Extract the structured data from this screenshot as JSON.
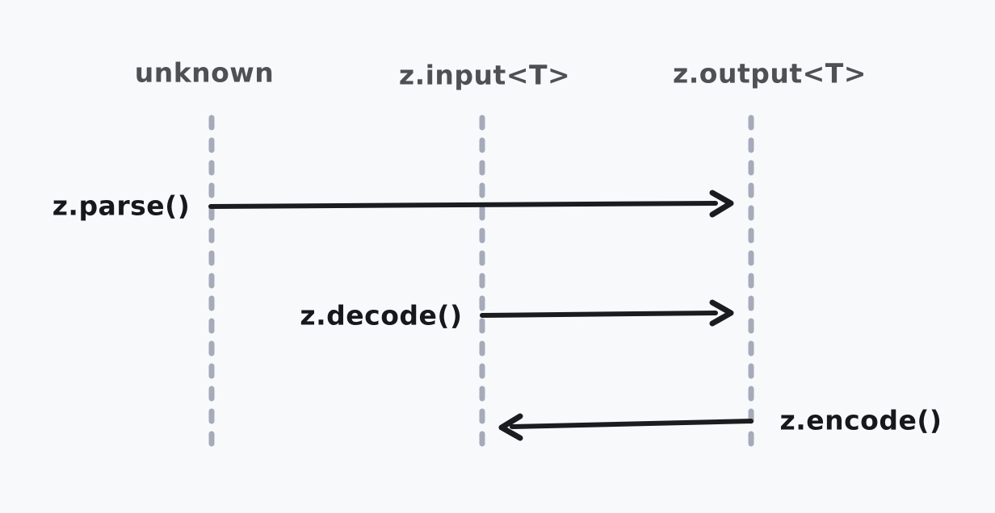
{
  "diagram": {
    "type": "sequence",
    "colors": {
      "background": "#f8f9fb",
      "lifeline": "#a5abb8",
      "arrow": "#1b1c20",
      "header_text": "#4f5053",
      "label_text": "#17181c"
    },
    "lifelines": [
      {
        "id": "unknown",
        "label": "unknown"
      },
      {
        "id": "z-input",
        "label": "z.input<T>"
      },
      {
        "id": "z-output",
        "label": "z.output<T>"
      }
    ],
    "messages": [
      {
        "label": "z.parse()",
        "from": "unknown",
        "to": "z-output",
        "label_side": "left-of-source"
      },
      {
        "label": "z.decode()",
        "from": "z-input",
        "to": "z-output",
        "label_side": "left-of-source"
      },
      {
        "label": "z.encode()",
        "from": "z-output",
        "to": "z-input",
        "label_side": "right-of-source"
      }
    ]
  }
}
